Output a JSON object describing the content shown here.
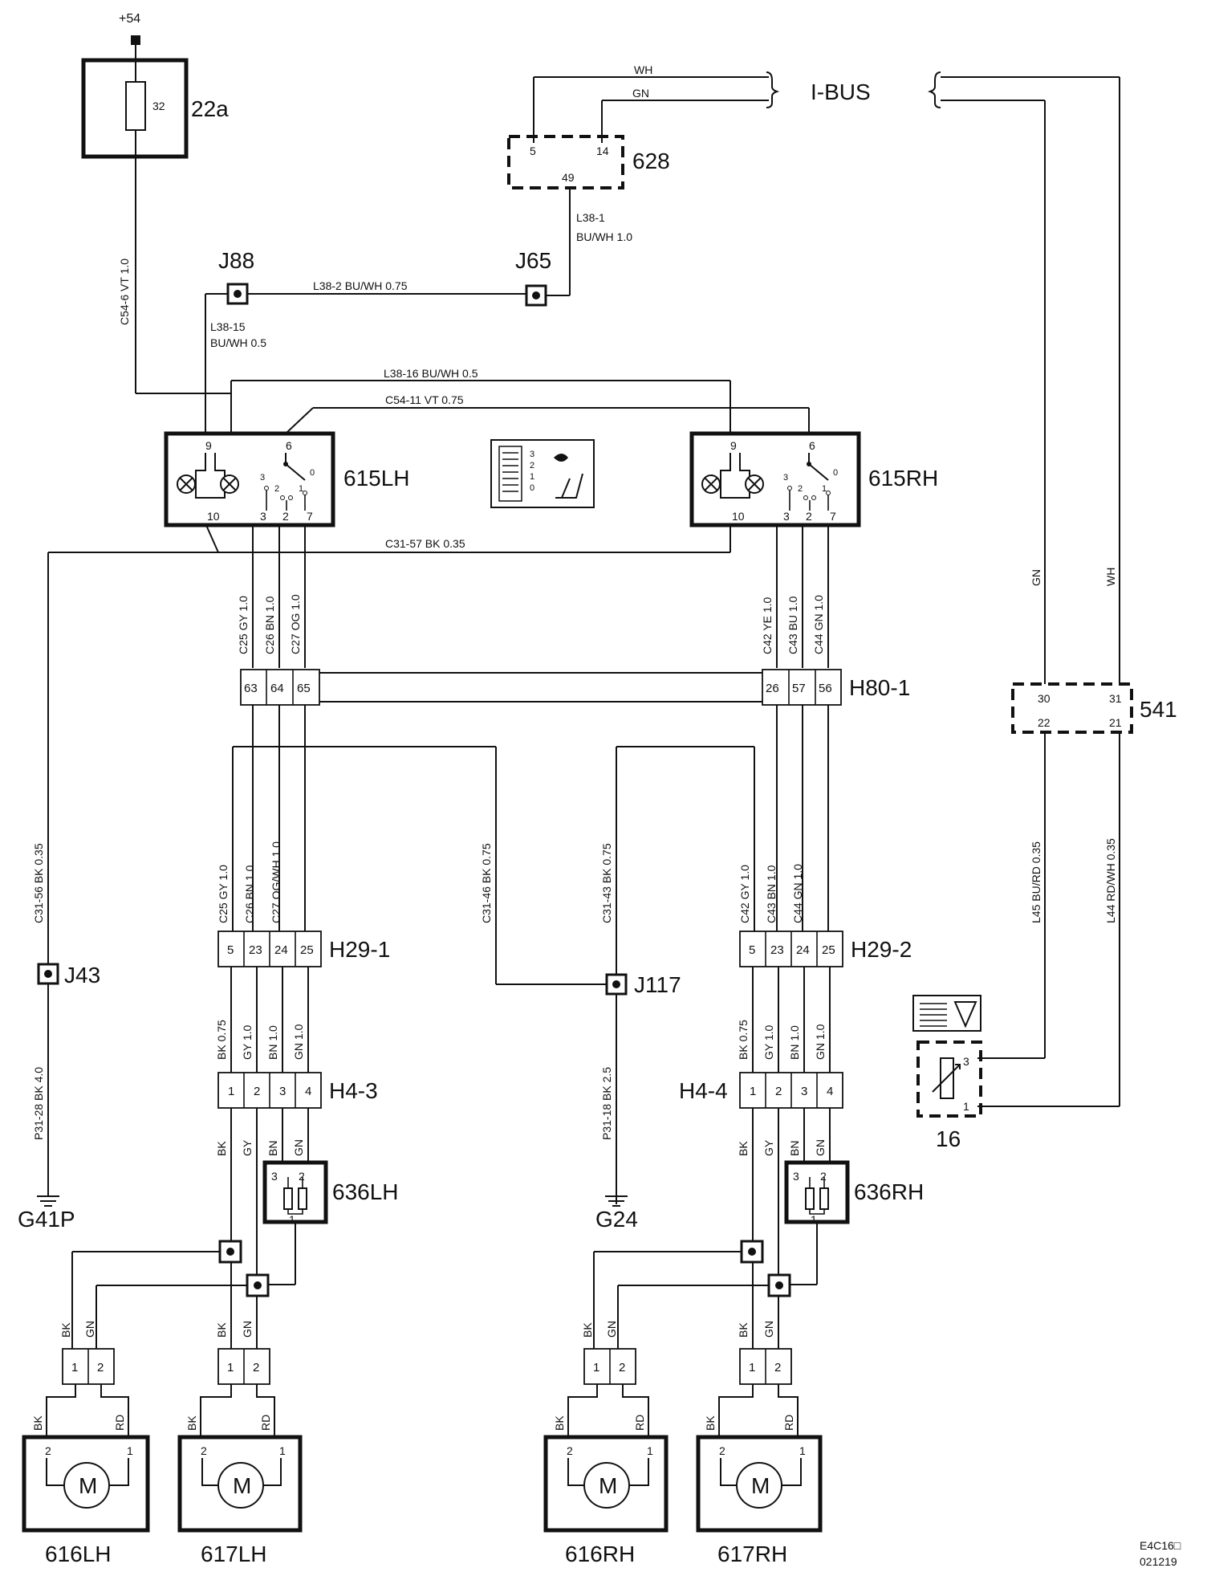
{
  "supply": {
    "label": "+54",
    "fuse_num": "32",
    "fuse_name": "22a",
    "wire": "C54-6  VT  1.0"
  },
  "ibus": {
    "label": "I-BUS",
    "wh": "WH",
    "gn": "GN"
  },
  "module628": {
    "name": "628",
    "pin_a": "5",
    "pin_b": "14",
    "pin_c": "49",
    "wire": "L38-1",
    "wire2": "BU/WH  1.0"
  },
  "splices": {
    "j88": "J88",
    "j65": "J65",
    "j43": "J43",
    "j117": "J117"
  },
  "wires_top": {
    "l38_2": "L38-2  BU/WH  0.75",
    "l38_15": "L38-15",
    "l38_15b": "BU/WH 0.5",
    "l38_16": "L38-16  BU/WH 0.5",
    "c54_11": "C54-11  VT   0.75",
    "c31_57": "C31-57  BK   0.35"
  },
  "switch_lh": {
    "name": "615LH",
    "p9": "9",
    "p6": "6",
    "p10": "10",
    "p3": "3",
    "p2": "2",
    "p7": "7",
    "s3": "3",
    "s2": "2",
    "s0": "0",
    "s1": "1"
  },
  "switch_rh": {
    "name": "615RH",
    "p9": "9",
    "p6": "6",
    "p10": "10",
    "p3": "3",
    "p2": "2",
    "p7": "7",
    "s3": "3",
    "s2": "2",
    "s0": "0",
    "s1": "1"
  },
  "symbol_legend": {
    "l3": "3",
    "l2": "2",
    "l1": "1",
    "l0": "0"
  },
  "wires_lh_upper": {
    "c25": "C25  GY  1.0",
    "c26": "C26  BN  1.0",
    "c27": "C27  OG  1.0"
  },
  "wires_rh_upper": {
    "c42": "C42  YE  1.0",
    "c43": "C43  BU  1.0",
    "c44": "C44  GN  1.0"
  },
  "h80": {
    "name": "H80-1",
    "p1": "63",
    "p2": "64",
    "p3": "65",
    "p4": "26",
    "p5": "57",
    "p6": "56"
  },
  "module541": {
    "name": "541",
    "p30": "30",
    "p31": "31",
    "p22": "22",
    "p21": "21",
    "gn": "GN",
    "wh": "WH",
    "l45": "L45  BU/RD 0.35",
    "l44": "L44  RD/WH 0.35"
  },
  "sensor16": {
    "name": "16",
    "p3": "3",
    "p1": "1"
  },
  "wires_lh_mid": {
    "c25": "C25  GY  1.0",
    "c26": "C26  BN  1.0",
    "c27": "C27  OG/WH 1.0",
    "c31_56": "C31-56  BK  0.35",
    "c31_46": "C31-46  BK  0.75"
  },
  "wires_rh_mid": {
    "c42": "C42  GY  1.0",
    "c43": "C43  BN  1.0",
    "c44": "C44  GN  1.0",
    "c31_43": "C31-43  BK  0.75"
  },
  "h29_1": {
    "name": "H29-1",
    "p1": "5",
    "p2": "23",
    "p3": "24",
    "p4": "25"
  },
  "h29_2": {
    "name": "H29-2",
    "p1": "5",
    "p2": "23",
    "p3": "24",
    "p4": "25"
  },
  "wires_lh_low": {
    "bk": "BK  0.75",
    "gy": "GY  1.0",
    "bn": "BN  1.0",
    "gn": "GN  1.0",
    "p31_28": "P31-28  BK  4.0"
  },
  "wires_rh_low": {
    "bk": "BK  0.75",
    "gy": "GY  1.0",
    "bn": "BN  1.0",
    "gn": "GN  1.0",
    "p31_18": "P31-18  BK  2.5"
  },
  "h4_3": {
    "name": "H4-3",
    "p1": "1",
    "p2": "2",
    "p3": "3",
    "p4": "4",
    "bk": "BK",
    "gy": "GY",
    "bn": "BN",
    "gn": "GN"
  },
  "h4_4": {
    "name": "H4-4",
    "p1": "1",
    "p2": "2",
    "p3": "3",
    "p4": "4",
    "bk": "BK",
    "gy": "GY",
    "bn": "BN",
    "gn": "GN"
  },
  "grounds": {
    "g41p": "G41P",
    "g24": "G24"
  },
  "res636lh": {
    "name": "636LH",
    "p3": "3",
    "p2": "2",
    "p1": "1"
  },
  "res636rh": {
    "name": "636RH",
    "p3": "3",
    "p2": "2",
    "p1": "1"
  },
  "fans": [
    {
      "name": "616LH",
      "bk": "BK",
      "gn": "GN",
      "p1": "1",
      "p2": "2",
      "bk2": "BK",
      "rd": "RD",
      "m2": "2",
      "m1": "1",
      "m": "M"
    },
    {
      "name": "617LH",
      "bk": "BK",
      "gn": "GN",
      "p1": "1",
      "p2": "2",
      "bk2": "BK",
      "rd": "RD",
      "m2": "2",
      "m1": "1",
      "m": "M"
    },
    {
      "name": "616RH",
      "bk": "BK",
      "gn": "GN",
      "p1": "1",
      "p2": "2",
      "bk2": "BK",
      "rd": "RD",
      "m2": "2",
      "m1": "1",
      "m": "M"
    },
    {
      "name": "617RH",
      "bk": "BK",
      "gn": "GN",
      "p1": "1",
      "p2": "2",
      "bk2": "BK",
      "rd": "RD",
      "m2": "2",
      "m1": "1",
      "m": "M"
    }
  ],
  "footer": {
    "code": "E4C16□",
    "date": "021219"
  }
}
